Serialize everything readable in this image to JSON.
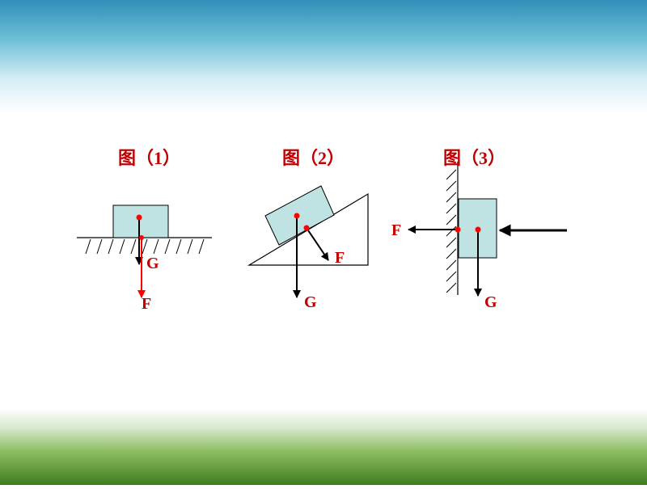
{
  "figures": [
    {
      "caption": "图（1）",
      "labels": {
        "G": "G",
        "F": "F"
      }
    },
    {
      "caption": "图（2）",
      "labels": {
        "F": "F",
        "G": "G"
      }
    },
    {
      "caption": "图（3）",
      "labels": {
        "F": "F",
        "G": "G"
      }
    }
  ],
  "colors": {
    "caption": "#c00000",
    "weight_label": "#c00000",
    "force_label": "#c00000",
    "wall_label": "#000000",
    "block_fill": "#bfe3e2",
    "red_arrow": "#ff0000",
    "dot": "#ff0000",
    "line": "#000000"
  }
}
